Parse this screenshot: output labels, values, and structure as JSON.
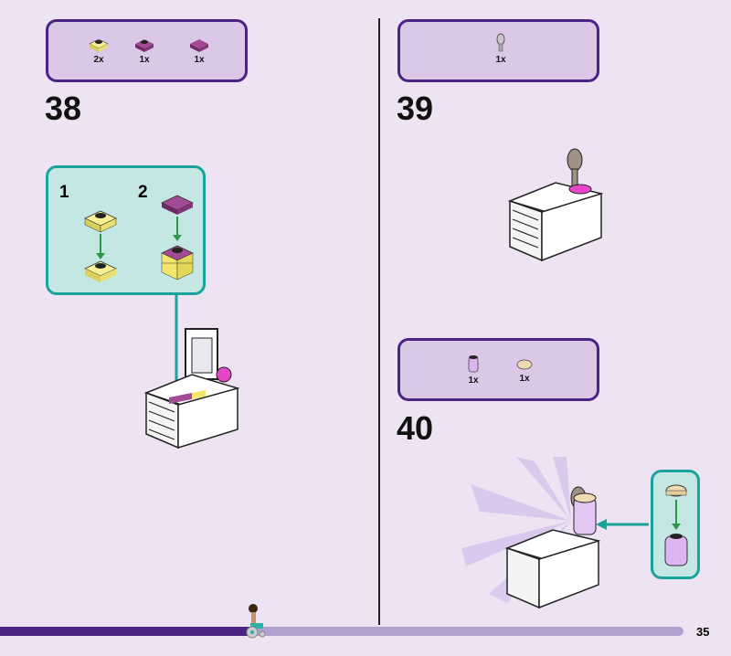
{
  "steps": [
    {
      "number": "38",
      "parts": [
        {
          "qty": "2x",
          "color": "#f4ec8a"
        },
        {
          "qty": "1x",
          "color": "#8e3a83"
        },
        {
          "qty": "1x",
          "color": "#8e3a83"
        }
      ],
      "submodel": {
        "substeps": [
          "1",
          "2"
        ]
      }
    },
    {
      "number": "39",
      "parts": [
        {
          "qty": "1x",
          "color": "#b5b5b5"
        }
      ]
    },
    {
      "number": "40",
      "parts": [
        {
          "qty": "1x",
          "color": "#d8b0ee"
        },
        {
          "qty": "1x",
          "color": "#eed9b0"
        }
      ]
    }
  ],
  "progress": {
    "fraction": 0.37
  },
  "page_number": "35",
  "colors": {
    "accent": "#4b2483",
    "teal": "#1aa39b",
    "background": "#ede3f2"
  }
}
